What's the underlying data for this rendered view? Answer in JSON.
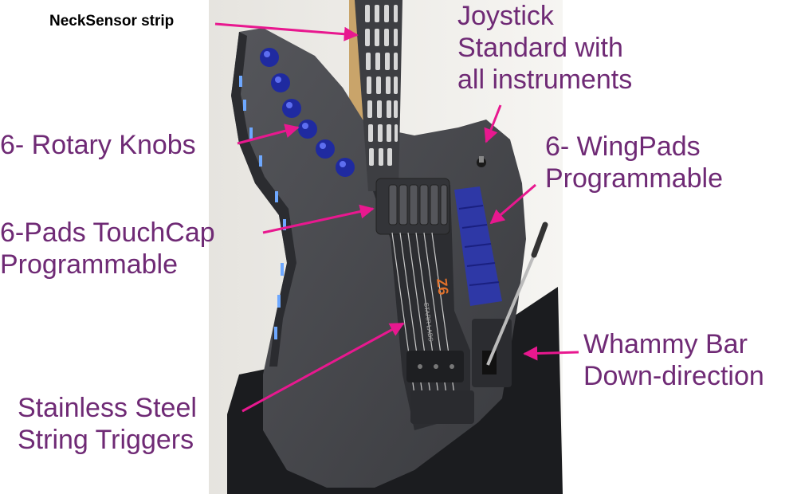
{
  "colors": {
    "label_text": "#6f2a75",
    "arrow": "#e8188f",
    "guitar_body": "#4a4b4f",
    "knob_blue": "#2233b8",
    "wingpad_blue": "#303aa8",
    "backdrop": "#f2f1ee"
  },
  "labels": {
    "neck_sensor": "NeckSensor strip",
    "joystick": [
      "Joystick",
      "Standard with",
      "all instruments"
    ],
    "rotary_knobs": "6- Rotary Knobs",
    "wingpads": [
      "6- WingPads",
      "Programmable"
    ],
    "touchcap": [
      "6-Pads TouchCap",
      "Programmable"
    ],
    "whammy": [
      "Whammy Bar",
      "Down-direction"
    ],
    "strings": [
      "Stainless Steel",
      "String Triggers"
    ]
  },
  "guitar": {
    "brand_logo": "Z6",
    "brand_text": "STARR LABS"
  }
}
